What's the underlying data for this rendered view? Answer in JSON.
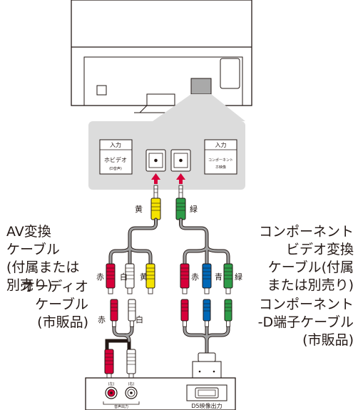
{
  "panel": {
    "left_jack": {
      "line1": "入力",
      "line2": "ホビデオ",
      "line3": "(D音声)"
    },
    "right_jack": {
      "line1": "入力",
      "line2": "コンポーネント",
      "line3": "ホ映像"
    }
  },
  "plug_labels": {
    "yellow": "黄",
    "green": "緑"
  },
  "left_text": {
    "av_cable": [
      "AV変換",
      "ケーブル",
      "(付属または",
      "別売り)"
    ],
    "audio_cable": [
      "オーディオ",
      "ケーブル",
      "(市販品)"
    ]
  },
  "right_text": {
    "component_conv": [
      "コンポーネント",
      "ビデオ変換",
      "ケーブル(付属",
      "または別売り)"
    ],
    "d_cable": [
      "コンポーネント",
      "-D端子ケーブル",
      "(市販品)"
    ]
  },
  "color_labels": {
    "left_row": [
      "赤",
      "白",
      "黄"
    ],
    "right_row": [
      "赤",
      "青",
      "緑"
    ],
    "bottom_row": [
      "赤",
      "白"
    ]
  },
  "device": {
    "audio_out": "音声出力",
    "left_ch": "(左)",
    "right_ch": "(右)",
    "d5_out": "D5映像出力"
  },
  "colors": {
    "red": "#d7003a",
    "white": "#ffffff",
    "yellow": "#f5e300",
    "blue": "#0068b7",
    "green": "#2e9b48",
    "panel": "#dcdcdc"
  }
}
